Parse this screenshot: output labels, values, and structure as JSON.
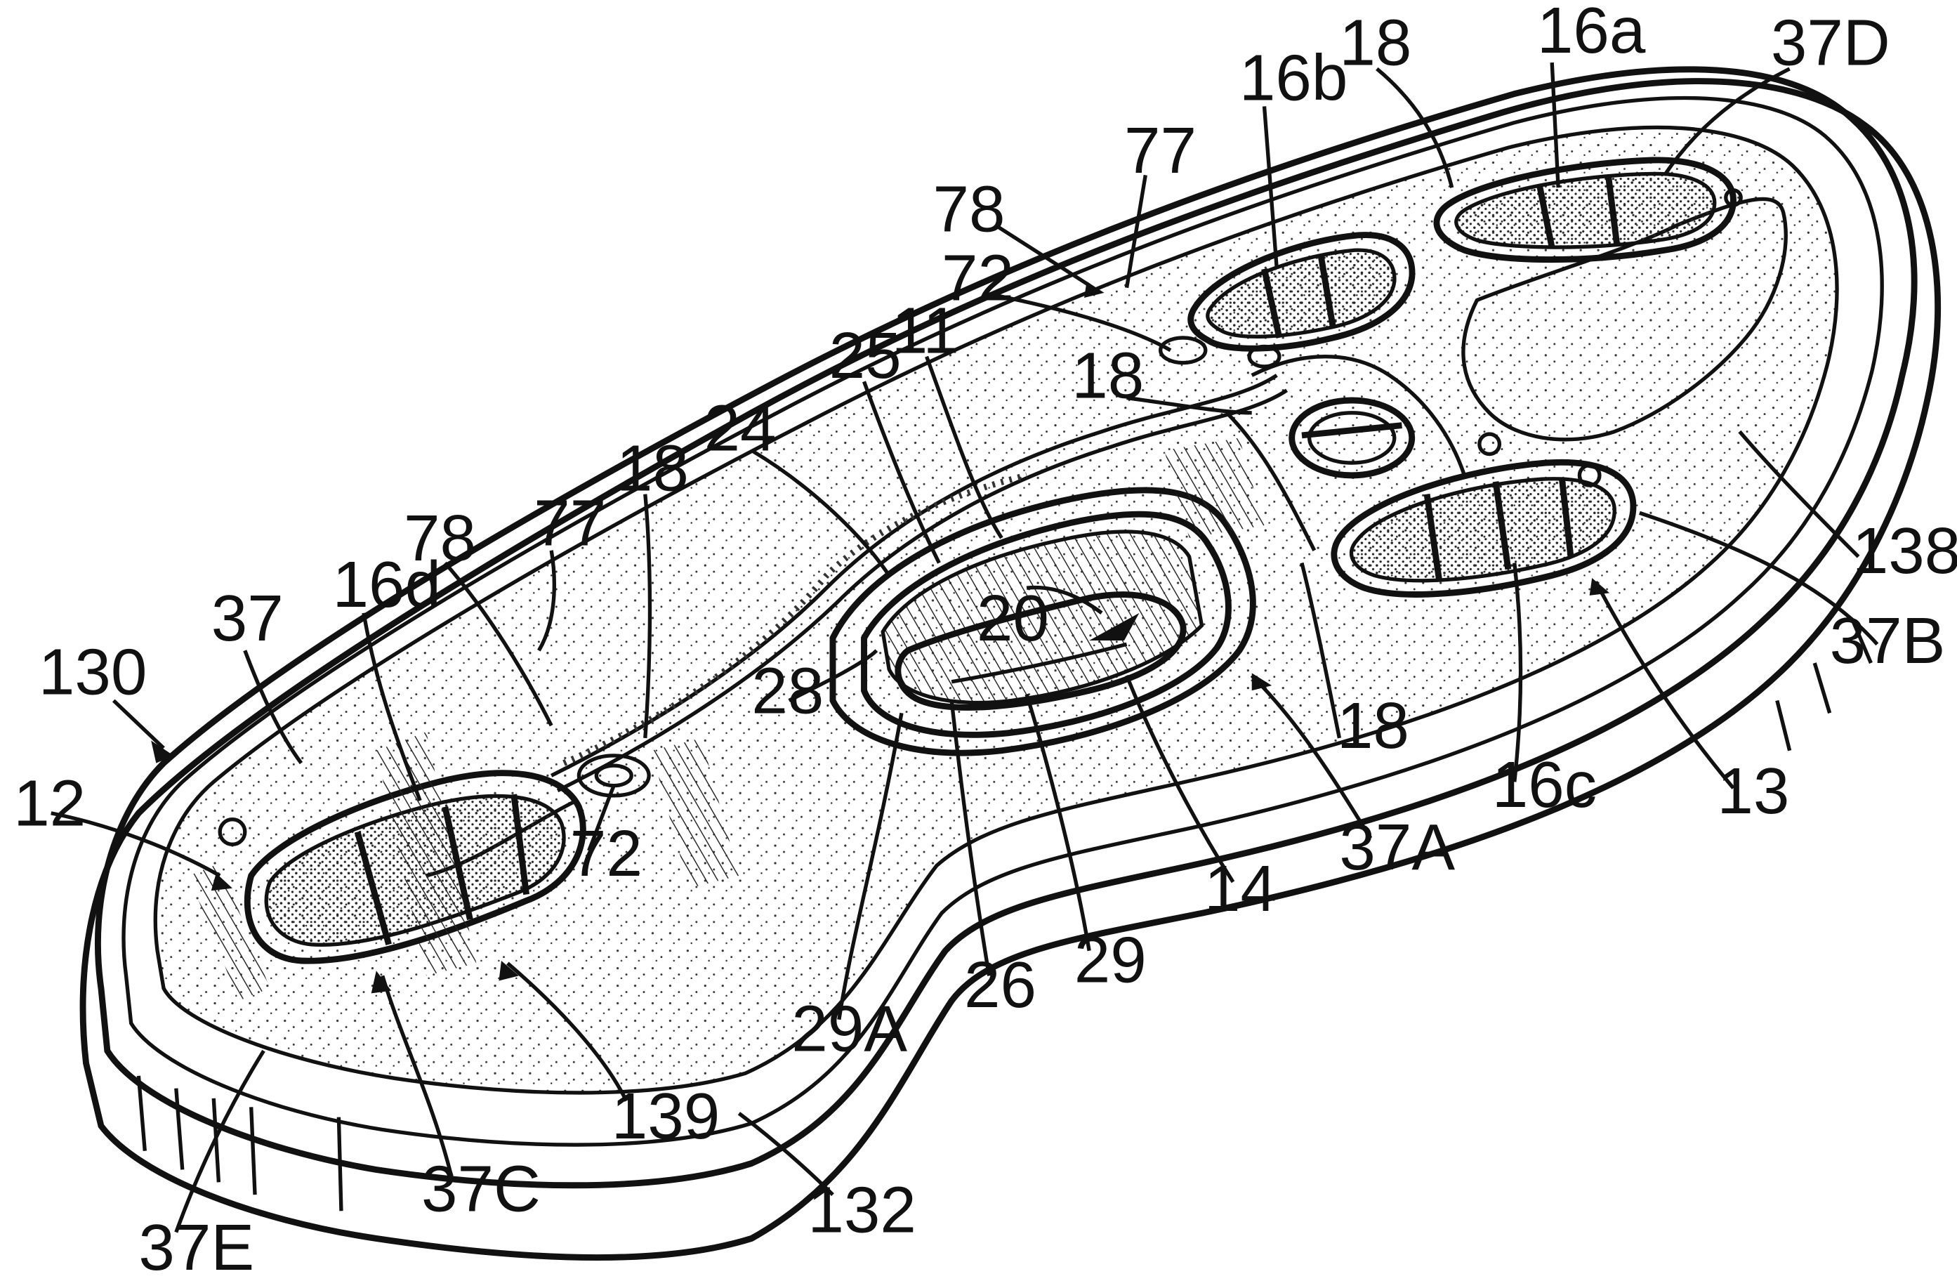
{
  "diagram": {
    "line_color": "#111111",
    "background": "#ffffff",
    "reference_numerals": [
      {
        "id": "n-16a",
        "text": "16a"
      },
      {
        "id": "n-37d",
        "text": "37D"
      },
      {
        "id": "n-18-top",
        "text": "18"
      },
      {
        "id": "n-16b",
        "text": "16b"
      },
      {
        "id": "n-77-top",
        "text": "77"
      },
      {
        "id": "n-78-top",
        "text": "78"
      },
      {
        "id": "n-72-top",
        "text": "72"
      },
      {
        "id": "n-11",
        "text": "11"
      },
      {
        "id": "n-25",
        "text": "25"
      },
      {
        "id": "n-18-mid",
        "text": "18"
      },
      {
        "id": "n-24",
        "text": "24"
      },
      {
        "id": "n-18-left",
        "text": "18"
      },
      {
        "id": "n-78-left",
        "text": "78"
      },
      {
        "id": "n-77-left",
        "text": "77"
      },
      {
        "id": "n-16d",
        "text": "16d"
      },
      {
        "id": "n-37",
        "text": "37"
      },
      {
        "id": "n-130",
        "text": "130"
      },
      {
        "id": "n-12",
        "text": "12"
      },
      {
        "id": "n-20",
        "text": "20"
      },
      {
        "id": "n-28",
        "text": "28"
      },
      {
        "id": "n-18-low",
        "text": "18"
      },
      {
        "id": "n-138",
        "text": "138"
      },
      {
        "id": "n-37b",
        "text": "37B"
      },
      {
        "id": "n-16c",
        "text": "16c"
      },
      {
        "id": "n-13",
        "text": "13"
      },
      {
        "id": "n-72-low",
        "text": "72"
      },
      {
        "id": "n-37a",
        "text": "37A"
      },
      {
        "id": "n-14",
        "text": "14"
      },
      {
        "id": "n-29",
        "text": "29"
      },
      {
        "id": "n-26",
        "text": "26"
      },
      {
        "id": "n-29a",
        "text": "29A"
      },
      {
        "id": "n-139",
        "text": "139"
      },
      {
        "id": "n-37c",
        "text": "37C"
      },
      {
        "id": "n-132",
        "text": "132"
      },
      {
        "id": "n-37e",
        "text": "37E"
      }
    ]
  }
}
